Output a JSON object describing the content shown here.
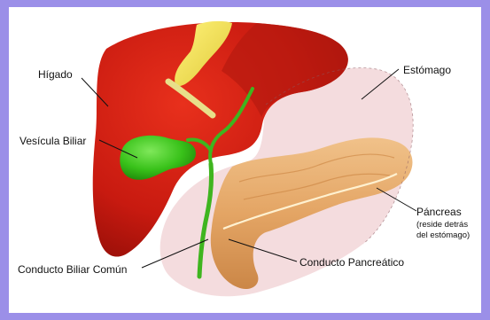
{
  "labels": {
    "liver": "Hígado",
    "stomach": "Estómago",
    "gallbladder": "Vesícula Biliar",
    "pancreas": "Páncreas",
    "pancreas_note_1": "(reside detrás",
    "pancreas_note_2": "del estómago)",
    "common_bile_duct": "Conducto Biliar Común",
    "pancreatic_duct": "Conducto Pancreático"
  },
  "colors": {
    "frame": "#9b8fe8",
    "liver": "#c81a10",
    "gallbladder": "#39c21a",
    "pancreas": "#e8a865",
    "stomach": "#f0d4d6"
  }
}
